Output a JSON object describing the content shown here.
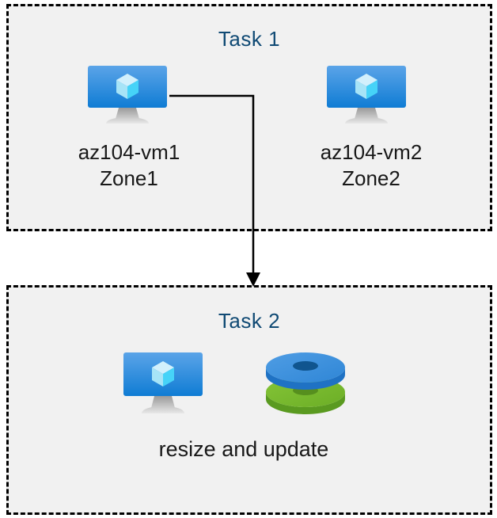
{
  "diagram": {
    "background_color": "#ffffff",
    "box_fill_color": "#f1f1f1",
    "box_border_color": "#000000",
    "title_color": "#104A74",
    "label_color": "#181818",
    "connector_color": "#000000"
  },
  "task1": {
    "title": "Task 1",
    "vms": [
      {
        "icon": "virtual-machine-icon",
        "label": "az104-vm1\nZone1",
        "name": "az104-vm1",
        "zone": "Zone1"
      },
      {
        "icon": "virtual-machine-icon",
        "label": "az104-vm2\nZone2",
        "name": "az104-vm2",
        "zone": "Zone2"
      }
    ]
  },
  "task2": {
    "title": "Task 2",
    "icons": [
      "virtual-machine-icon",
      "disks-icon"
    ],
    "action_label": "resize and update"
  },
  "connector": {
    "from": "az104-vm1",
    "to": "Task 2",
    "style": "elbow-arrow",
    "arrowhead": "filled-triangle"
  },
  "icon_colors": {
    "vm_screen_top": "#55a2e8",
    "vm_screen_bottom": "#0f7cd4",
    "vm_stand": "#a6a6a6",
    "vm_base": "#d4d4d4",
    "cube_top": "#cdeefb",
    "cube_left": "#9fe0f6",
    "cube_right": "#45d2f7",
    "disk_top_blue": "#3d92dd",
    "disk_top_blue_side": "#1f72c4",
    "disk_hole_blue": "#11558f",
    "disk_bottom_green": "#74bb2c",
    "disk_bottom_green_side": "#5a9a20",
    "disk_hole_green": "#568f1e"
  }
}
